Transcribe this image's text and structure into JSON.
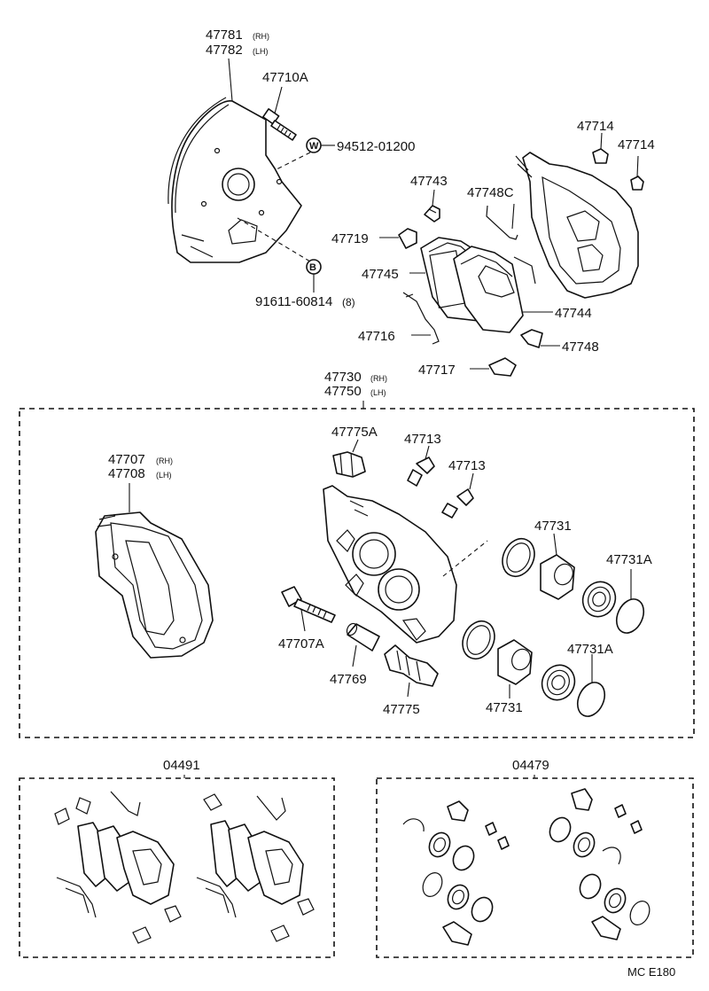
{
  "labels": {
    "p47781": "47781",
    "p47781_suf": "(RH)",
    "p47782": "47782",
    "p47782_suf": "(LH)",
    "p47710A": "47710A",
    "p94512": "94512-01200",
    "p91611": "91611-60814",
    "p91611_qty": "(8)",
    "p47743": "47743",
    "p47748C": "47748C",
    "p47719": "47719",
    "p47745": "47745",
    "p47744": "47744",
    "p47716": "47716",
    "p47748": "47748",
    "p47717": "47717",
    "p47714a": "47714",
    "p47714b": "47714",
    "p47730": "47730",
    "p47730_suf": "(RH)",
    "p47750": "47750",
    "p47750_suf": "(LH)",
    "p47775A": "47775A",
    "p47713a": "47713",
    "p47713b": "47713",
    "p47707": "47707",
    "p47707_suf": "(RH)",
    "p47708": "47708",
    "p47708_suf": "(LH)",
    "p47731a": "47731",
    "p47731A_a": "47731A",
    "p47707A": "47707A",
    "p47769": "47769",
    "p47775": "47775",
    "p47731b": "47731",
    "p47731A_b": "47731A",
    "p04491": "04491",
    "p04479": "04479",
    "diagram_code": "MC  E180"
  },
  "symbols": {
    "washer": "W",
    "bolt": "B"
  }
}
